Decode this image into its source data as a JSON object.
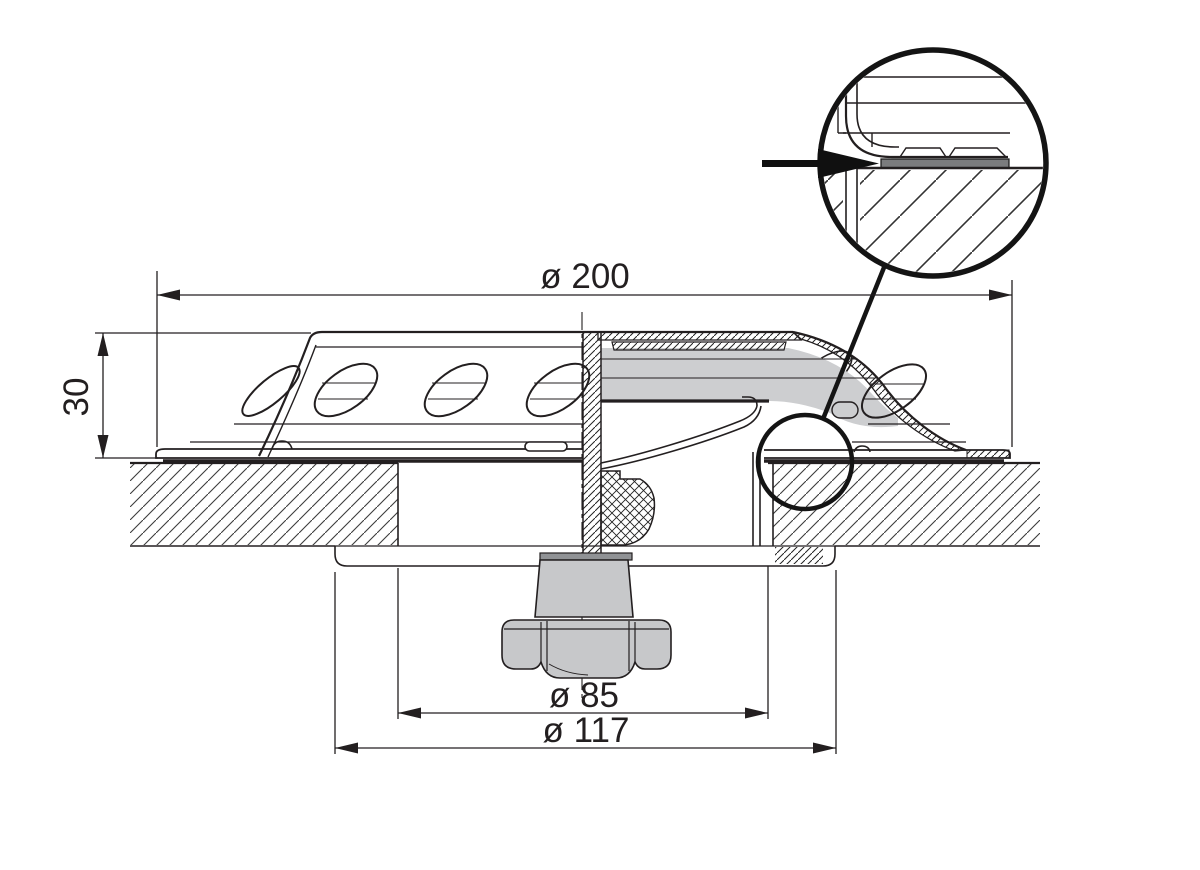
{
  "drawing": {
    "type": "technical-cross-section-vent",
    "dimensions": {
      "overall_diameter": "ø 200",
      "height": "30",
      "inner_diameter": "ø 85",
      "flange_diameter": "ø 117"
    },
    "detail": {
      "callout": "gasket-seal-detail"
    },
    "colors": {
      "line": "#231f20",
      "interior_fill": "#cdced0",
      "knob_fill": "#c7c8ca",
      "gasket_fill": "#7b7c7e",
      "background": "#ffffff"
    }
  }
}
